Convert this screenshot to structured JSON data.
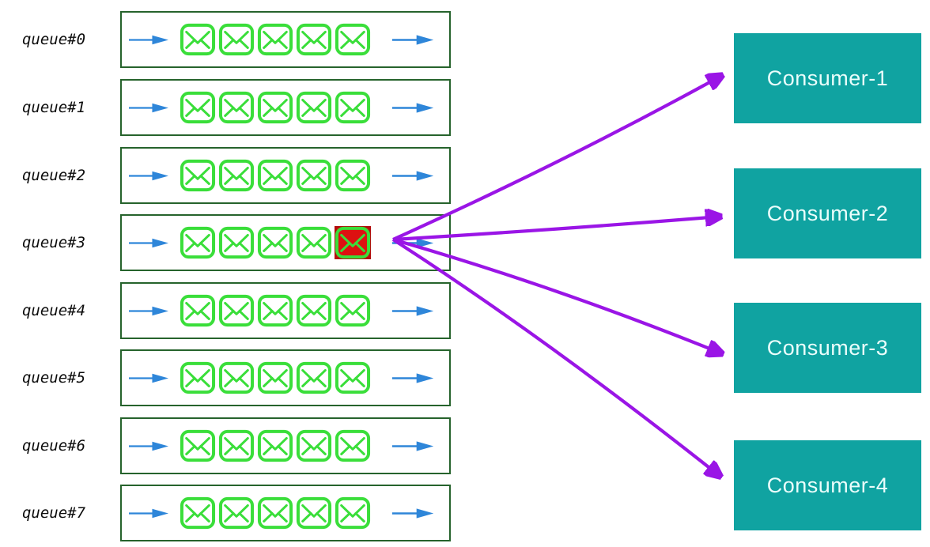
{
  "diagram": {
    "title": "partitioned message queues fanning out to consumers",
    "queues": [
      {
        "label": "queue#0"
      },
      {
        "label": "queue#1"
      },
      {
        "label": "queue#2"
      },
      {
        "label": "queue#3"
      },
      {
        "label": "queue#4"
      },
      {
        "label": "queue#5"
      },
      {
        "label": "queue#6"
      },
      {
        "label": "queue#7"
      }
    ],
    "messages_per_queue": 5,
    "highlighted": {
      "queue_index": 3,
      "queue_label": "queue#3",
      "message_index": 4
    },
    "consumers": [
      {
        "label": "Consumer-1"
      },
      {
        "label": "Consumer-2"
      },
      {
        "label": "Consumer-3"
      },
      {
        "label": "Consumer-4"
      }
    ],
    "colors": {
      "queue_border": "#26632c",
      "message_green": "#3ade3a",
      "highlight_red": "#dd1111",
      "flow_arrow_blue": "#2e86d9",
      "delivery_arrow_purple": "#9a15e6",
      "consumer_teal": "#10a3a1",
      "consumer_text": "#eafdfb",
      "label_text": "#0c0c0c"
    }
  }
}
